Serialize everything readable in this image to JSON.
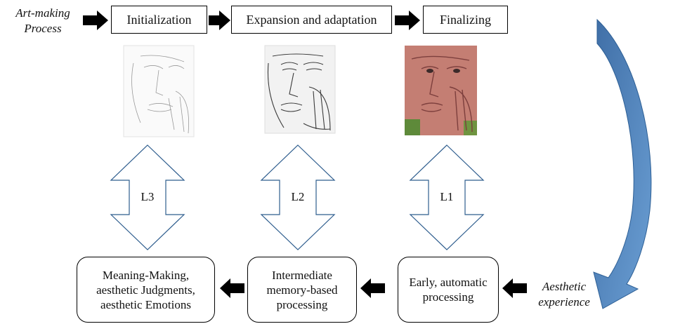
{
  "art_making_label": [
    "Art-making",
    "Process"
  ],
  "stages": [
    "Initialization",
    "Expansion and adaptation",
    "Finalizing"
  ],
  "levels": [
    "L3",
    "L2",
    "L1"
  ],
  "processing": [
    [
      "Meaning-Making,",
      "aesthetic Judgments,",
      "aesthetic Emotions"
    ],
    [
      "Intermediate",
      "memory-based",
      "processing"
    ],
    [
      "Early, automatic",
      "processing"
    ]
  ],
  "aesthetic_label": [
    "Aesthetic",
    "experience"
  ],
  "colors": {
    "curved_arrow_dark": "#3f6ea6",
    "curved_arrow_light": "#6b9fd4",
    "painting_skin": "#c9847a",
    "painting_dark": "#7d3f3d"
  }
}
